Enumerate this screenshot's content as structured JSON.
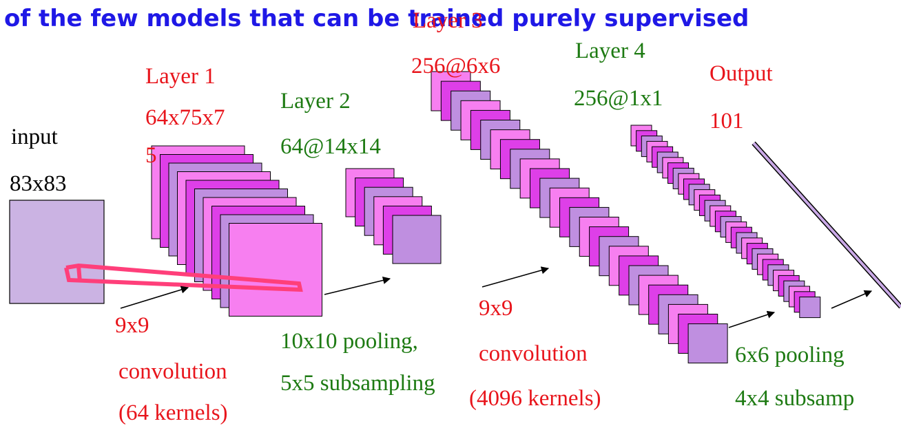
{
  "title": "of the few models that can be trained purely supervised",
  "colors": {
    "title": "#1f18e6",
    "red_text": "#e8141b",
    "green_text": "#1d7a12",
    "input_box": "#cbb3e3",
    "feature_map_light": "#f77ff0",
    "feature_map_mid": "#de3fe8",
    "feature_map_dark": "#bf8fe0",
    "receptive_field": "#ff3f7a",
    "output_line": "#c9a9e6"
  },
  "labels": {
    "input_name": "input",
    "input_size": "83x83",
    "layer1_name": "Layer 1",
    "layer1_size_a": "64x75x7",
    "layer1_size_b": "5",
    "layer2_name": "Layer 2",
    "layer2_size": "64@14x14",
    "layer3_name": "Layer 3",
    "layer3_size": "256@6x6",
    "layer4_name": "Layer 4",
    "layer4_size": "256@1x1",
    "output_name": "Output",
    "output_size": "101"
  },
  "operations": {
    "conv1_a": "9x9",
    "conv1_b": "convolution",
    "conv1_c": "(64 kernels)",
    "pool1_a": "10x10 pooling,",
    "pool1_b": "5x5 subsampling",
    "conv2_a": "9x9",
    "conv2_b": "convolution",
    "conv2_c": "(4096 kernels)",
    "pool2_a": "6x6 pooling",
    "pool2_b": "4x4 subsamp"
  }
}
